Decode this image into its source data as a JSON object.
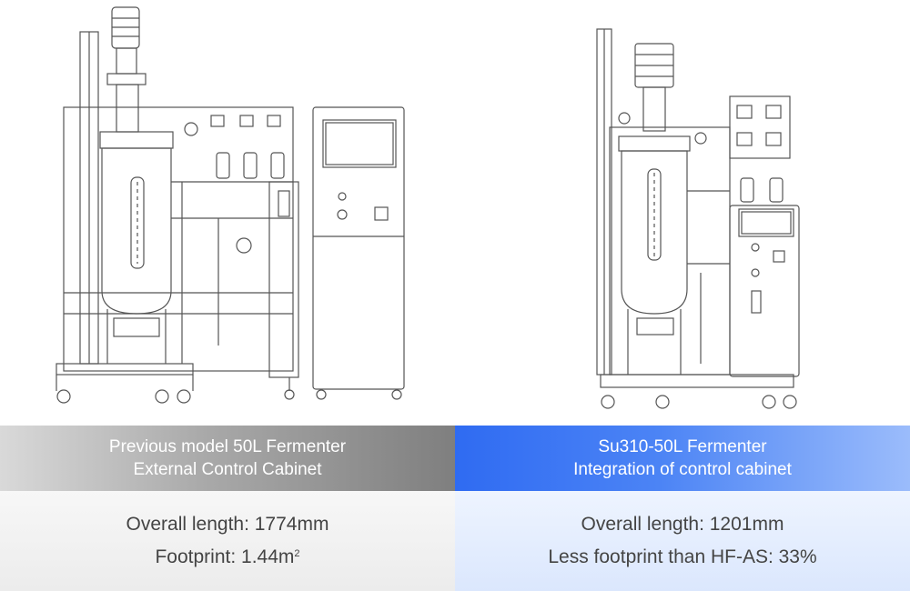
{
  "left": {
    "header_line1": "Previous model 50L Fermenter",
    "header_line2": "External Control Cabinet",
    "spec_length": "Overall length: 1774mm",
    "spec_footprint": "Footprint: 1.44m",
    "spec_footprint_sup": "2"
  },
  "right": {
    "header_line1": "Su310-50L Fermenter",
    "header_line2": "Integration of control cabinet",
    "spec_length": "Overall length: 1201mm",
    "spec_footprint": "Less footprint than HF-AS: 33%"
  },
  "colors": {
    "line_art": "#555555",
    "accent_blue": "#3a74f3",
    "neutral_gray": "#9a9a9a"
  }
}
